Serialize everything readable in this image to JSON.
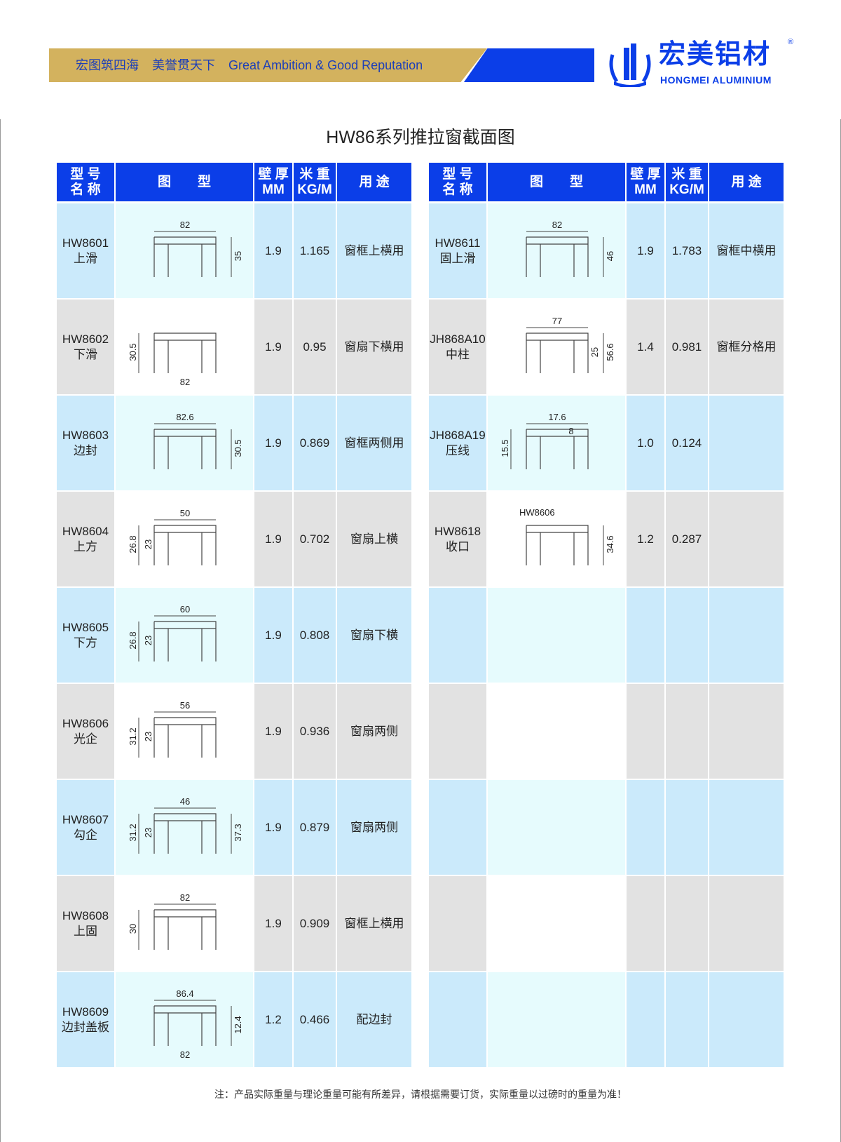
{
  "banner": {
    "slogan_cn_1": "宏图筑四海",
    "slogan_cn_2": "美誉贯天下",
    "slogan_en": "Great Ambition & Good Reputation"
  },
  "logo": {
    "name_cn": "宏美铝材",
    "name_en": "HONGMEI ALUMINIUM",
    "registered": "®"
  },
  "title": "HW86系列推拉窗截面图",
  "headers": {
    "model": [
      "型 号",
      "名 称"
    ],
    "drawing": "图　　型",
    "thickness": [
      "壁 厚",
      "MM"
    ],
    "weight": [
      "米 重",
      "KG/M"
    ],
    "usage": "用 途"
  },
  "left_rows": [
    {
      "code": "HW8601",
      "name": "上滑",
      "thickness": "1.9",
      "weight": "1.165",
      "usage": "窗框上横用",
      "dims": {
        "top": "82",
        "right": "35"
      }
    },
    {
      "code": "HW8602",
      "name": "下滑",
      "thickness": "1.9",
      "weight": "0.95",
      "usage": "窗扇下横用",
      "dims": {
        "left": "30.5",
        "bottom": "82"
      }
    },
    {
      "code": "HW8603",
      "name": "边封",
      "thickness": "1.9",
      "weight": "0.869",
      "usage": "窗框两侧用",
      "dims": {
        "top": "82.6",
        "right": "30.5"
      }
    },
    {
      "code": "HW8604",
      "name": "上方",
      "thickness": "1.9",
      "weight": "0.702",
      "usage": "窗扇上横",
      "dims": {
        "top": "50",
        "left": "26.8",
        "left2": "23"
      }
    },
    {
      "code": "HW8605",
      "name": "下方",
      "thickness": "1.9",
      "weight": "0.808",
      "usage": "窗扇下横",
      "dims": {
        "top": "60",
        "left": "26.8",
        "left2": "23"
      }
    },
    {
      "code": "HW8606",
      "name": "光企",
      "thickness": "1.9",
      "weight": "0.936",
      "usage": "窗扇两侧",
      "dims": {
        "top": "56",
        "left": "31.2",
        "left2": "23"
      }
    },
    {
      "code": "HW8607",
      "name": "勾企",
      "thickness": "1.9",
      "weight": "0.879",
      "usage": "窗扇两侧",
      "dims": {
        "top": "46",
        "left": "31.2",
        "left2": "23",
        "right": "37.3"
      }
    },
    {
      "code": "HW8608",
      "name": "上固",
      "thickness": "1.9",
      "weight": "0.909",
      "usage": "窗框上横用",
      "dims": {
        "top": "82",
        "left": "30"
      }
    },
    {
      "code": "HW8609",
      "name": "边封盖板",
      "thickness": "1.2",
      "weight": "0.466",
      "usage": "配边封",
      "dims": {
        "top": "86.4",
        "right": "12.4",
        "bottom": "82"
      }
    }
  ],
  "right_rows": [
    {
      "code": "HW8611",
      "name": "固上滑",
      "thickness": "1.9",
      "weight": "1.783",
      "usage": "窗框中横用",
      "dims": {
        "top": "82",
        "right": "46"
      }
    },
    {
      "code": "JH868A10",
      "name": "中柱",
      "thickness": "1.4",
      "weight": "0.981",
      "usage": "窗框分格用",
      "dims": {
        "top": "77",
        "right2": "25",
        "right": "56.6"
      }
    },
    {
      "code": "JH868A19",
      "name": "压线",
      "thickness": "1.0",
      "weight": "0.124",
      "usage": "",
      "dims": {
        "top": "17.6",
        "top2": "8",
        "left": "15.5"
      }
    },
    {
      "code": "HW8618",
      "name": "收口",
      "thickness": "1.2",
      "weight": "0.287",
      "usage": "",
      "dims": {
        "label": "HW8606",
        "right": "34.6"
      }
    },
    {},
    {},
    {},
    {},
    {}
  ],
  "footnote": "注：产品实际重量与理论重量可能有所差异，请根据需要订货，实际重量以过磅时的重量为准！"
}
